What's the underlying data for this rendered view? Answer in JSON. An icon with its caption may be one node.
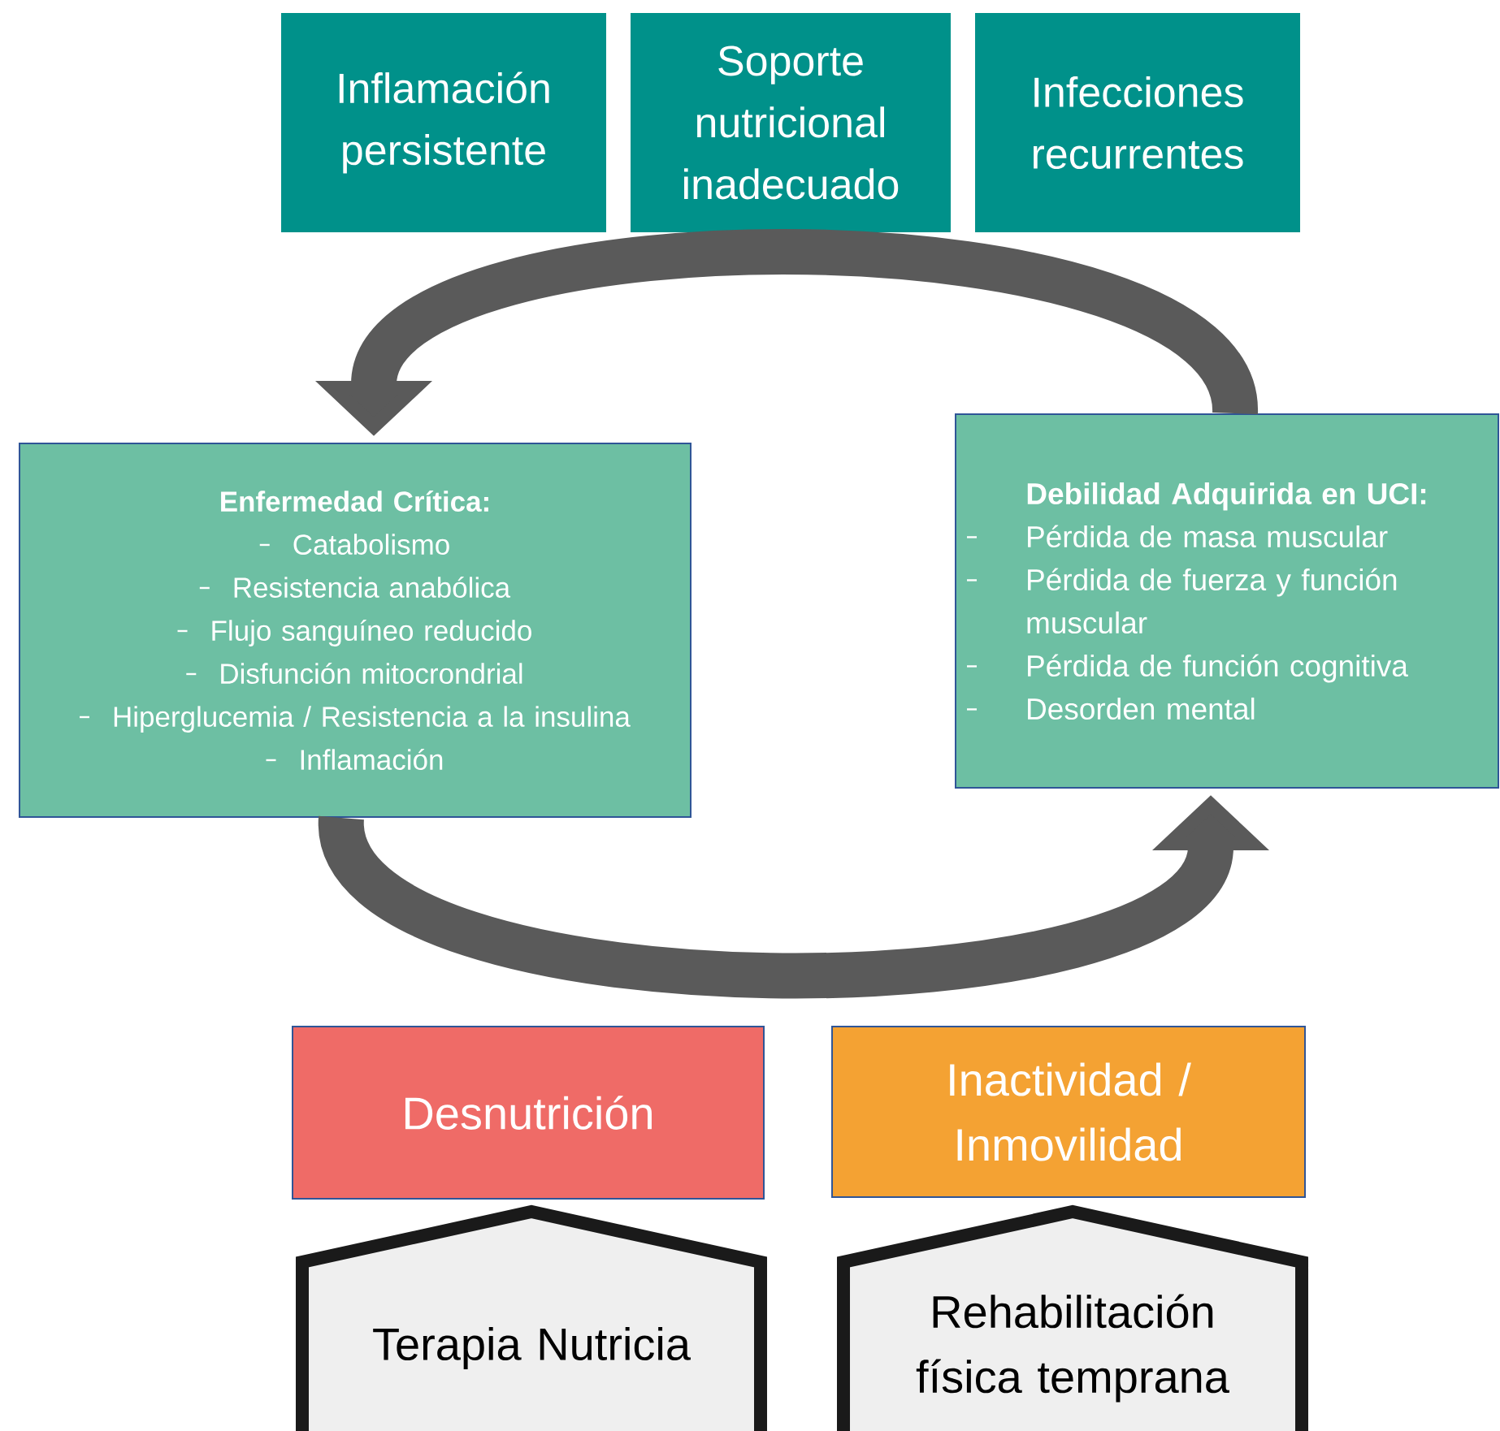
{
  "diagram": {
    "nodes": [
      {
        "text": [
          "Inflamación persistente"
        ]
      },
      {
        "text": [
          "Soporte nutricional inadecuado"
        ]
      },
      {
        "text": [
          "Infecciones recurrentes"
        ]
      },
      {
        "text": [
          "Enfermedad Crítica:",
          "Catabolismo",
          "Resistencia anabólica",
          "Flujo sanguíneo reducido",
          "Disfunción mitocrondrial",
          "Hiperglucemia / Resistencia a la insulina",
          "Inflamación"
        ]
      },
      {
        "text": [
          "Debilidad Adquirida en UCI:",
          "Pérdida de masa muscular",
          "Pérdida de fuerza y función muscular",
          "Pérdida de función cognitiva",
          "Desorden mental"
        ]
      },
      {
        "text": [
          "Desnutrición"
        ]
      },
      {
        "text": [
          "Inactividad / Inmovilidad"
        ]
      },
      {
        "text": [
          "Terapia Nutricia"
        ]
      },
      {
        "text": [
          "Rehabilitación física temprana"
        ]
      }
    ],
    "edges": [
      {
        "from": 4,
        "to": 3,
        "arrow": "to"
      },
      {
        "from": 3,
        "to": 4,
        "arrow": "to"
      }
    ]
  }
}
